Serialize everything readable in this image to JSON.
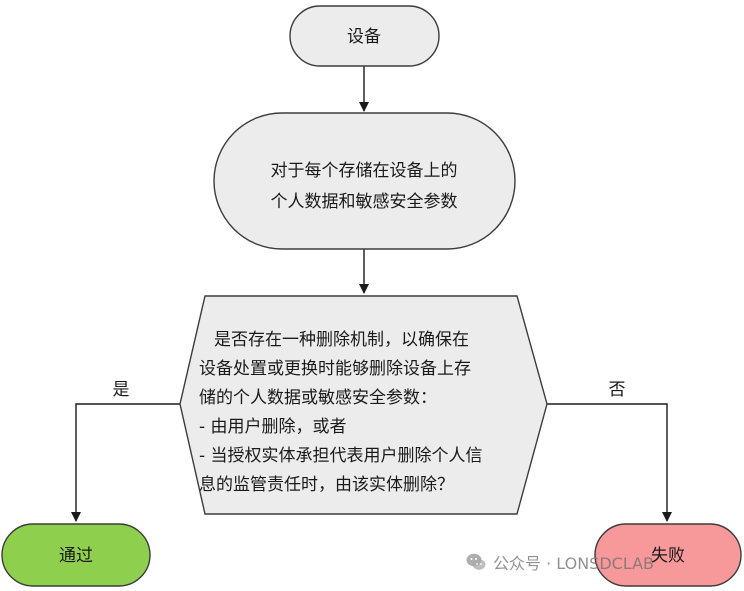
{
  "nodes": {
    "device": {
      "label": "设备"
    },
    "data_scope": {
      "lines": [
        "对于每个存储在设备上的",
        "个人数据和敏感安全参数"
      ]
    },
    "decision": {
      "lines": [
        "是否存在一种删除机制，以确保在",
        "设备处置或更换时能够删除设备上存",
        "储的个人数据或敏感安全参数：",
        "- 由用户删除，或者",
        "- 当授权实体承担代表用户删除个人信",
        "息的监管责任时，由该实体删除？"
      ]
    },
    "pass": {
      "label": "通过"
    },
    "fail": {
      "label": "失败"
    }
  },
  "edges": {
    "yes_label": "是",
    "no_label": "否"
  },
  "colors": {
    "process_fill": "#ececec",
    "stroke": "#3c3c3c",
    "pass_fill": "#8ed04e",
    "fail_fill": "#f7999a"
  },
  "watermark": {
    "icon": "wechat-icon",
    "text": "公众号 · LONSDCLAB"
  }
}
